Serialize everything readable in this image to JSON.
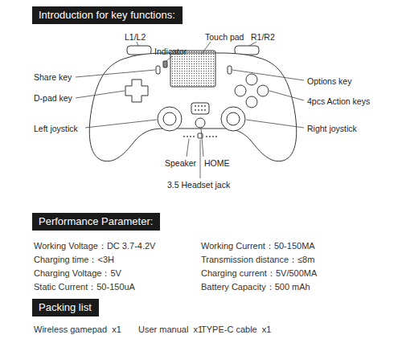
{
  "diagram": {
    "nodes": [
      {
        "text": [
          "Introduction for key functions:"
        ]
      },
      {
        "text": [
          "Performance Parameter:"
        ]
      },
      {
        "text": [
          "Packing list"
        ]
      }
    ],
    "labels": [
      "L1/L2",
      "Indicator",
      "Touch pad",
      "R1/R2",
      "Share key",
      "Options key",
      "D-pad key",
      "4pcs Action keys",
      "Left joystick",
      "Right joystick",
      "Speaker",
      "HOME",
      "3.5 Headset jack",
      "Working Voltage：DC 3.7-4.2V",
      "Charging time：<3H",
      "Charging Voltage：5V",
      "Static Current：50-150uA",
      "Working Current：50-150MA",
      "Transmission distance：≤8m",
      "Charging current：5V/500MA",
      "Battery Capacity：500 mAh",
      "Wireless gamepad  x1",
      "User manual  x1",
      "TYPE-C cable  x1"
    ]
  }
}
